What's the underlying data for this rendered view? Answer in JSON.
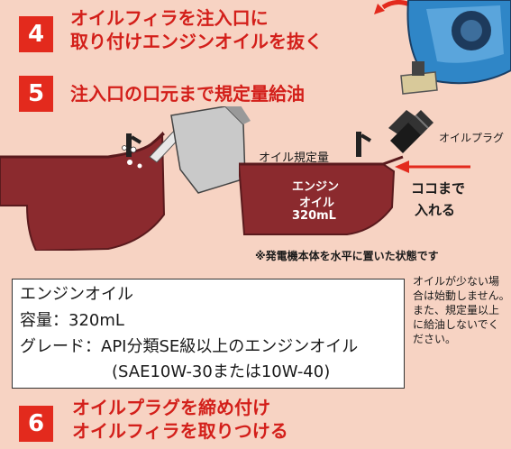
{
  "steps": [
    {
      "number": "4",
      "title_line1": "オイルフィラを注入口に",
      "title_line2": "取り付けエンジンオイルを抜く"
    },
    {
      "number": "5",
      "title_line1": "注入口の口元まで規定量給油"
    },
    {
      "number": "6",
      "title_line1": "オイルプラグを締め付け",
      "title_line2": "オイルフィラを取りつける"
    }
  ],
  "labels": {
    "oil_plug": "オイルプラグ",
    "oil_level": "オイル規定量",
    "tank_line1": "エンジン",
    "tank_line2": "オイル",
    "tank_line3": "320mL",
    "fill_here_line1": "ココまで",
    "fill_here_line2": "入れる",
    "level_note": "※発電機本体を水平に置いた状態です"
  },
  "spec": {
    "line1": "エンジンオイル",
    "line2": "容量：320mL",
    "line3": "グレード：API分類SE級以上のエンジンオイル",
    "line4": "(SAE10W-30または10W-40)"
  },
  "note": {
    "line1": "オイルが少ない場",
    "line2": "合は始動しません。",
    "line3": "また、規定量以上",
    "line4": "に給油しないでく",
    "line5": "ださい。"
  },
  "colors": {
    "accent": "#e32a1d",
    "title": "#d31f1a",
    "background": "#f7d3c3",
    "tank": "#8b2a2e"
  }
}
